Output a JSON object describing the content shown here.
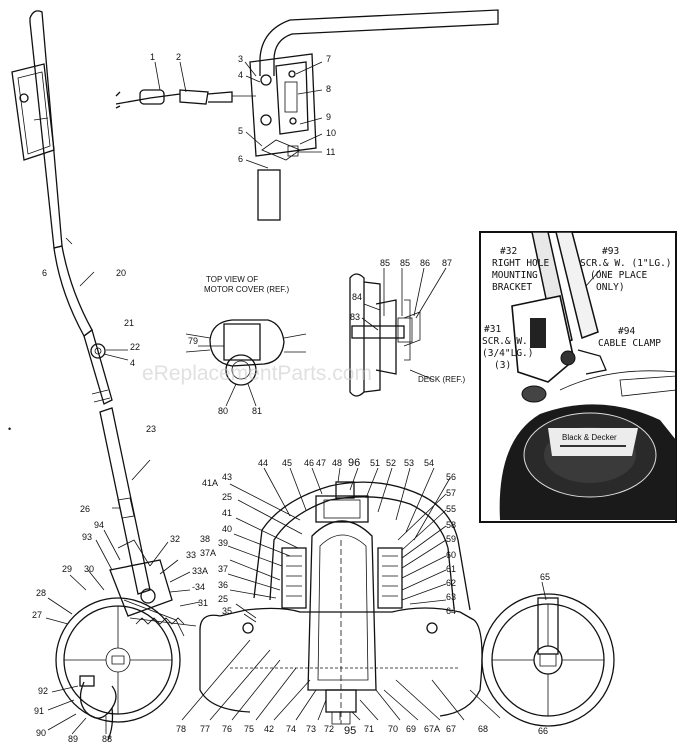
{
  "watermark": "eReplacementParts.com",
  "views": {
    "motor_cover_caption": [
      "TOP VIEW OF",
      "MOTOR COVER (REF.)"
    ],
    "deck_caption": "DECK (REF.)"
  },
  "inset": {
    "callouts": {
      "c32": [
        "#32",
        "RIGHT HOLE",
        "MOUNTING",
        "BRACKET"
      ],
      "c93": [
        "#93",
        "SCR.& W. (1\"LG.)",
        "(ONE PLACE",
        "ONLY)"
      ],
      "c31": [
        "#31",
        "SCR.& W.",
        "(3/4\"LG.)",
        "(3)"
      ],
      "c94": [
        "#94",
        "CABLE CLAMP"
      ]
    },
    "brand": "Black & Decker"
  },
  "part_labels": {
    "p1": "1",
    "p2": "2",
    "p3": "3",
    "p4": "4",
    "p5": "5",
    "p6": "6",
    "p7": "7",
    "p8": "8",
    "p9": "9",
    "p10": "10",
    "p11": "11",
    "p6b": "6",
    "p20": "20",
    "p21": "21",
    "p22": "22",
    "p4b": "4",
    "p23": "23",
    "p26": "26",
    "p94": "94",
    "p93": "93",
    "p32": "32",
    "p33": "33",
    "p33a": "33A",
    "p34": "-34",
    "p31": "31",
    "p29": "29",
    "p30": "30",
    "p28": "28",
    "p27": "27",
    "p92": "92",
    "p91": "91",
    "p90": "90",
    "p89": "89",
    "p88": "88",
    "p79": "79",
    "p80": "80",
    "p81": "81",
    "p85a": "85",
    "p85b": "85",
    "p86": "86",
    "p87": "87",
    "p84": "84",
    "p83": "83",
    "p44": "44",
    "p45": "45",
    "p46": "46",
    "p47": "47",
    "p48": "48",
    "p96": "96",
    "p51": "51",
    "p52": "52",
    "p53": "53",
    "p54": "54",
    "p43": "43",
    "p41a": "41A",
    "p25a": "25",
    "p41": "41",
    "p40": "40",
    "p38": "38",
    "p39": "39",
    "p37a": "37A",
    "p37": "37",
    "p36": "36",
    "p25b": "25",
    "p35": "35",
    "p56": "56",
    "p57": "57",
    "p55": "55",
    "p58": "58",
    "p59": "59",
    "p60": "60",
    "p61": "61",
    "p62": "62",
    "p63": "63",
    "p64": "64",
    "p65": "65",
    "p78": "78",
    "p77": "77",
    "p76": "76",
    "p75": "75",
    "p42": "42",
    "p74": "74",
    "p73": "73",
    "p72": "72",
    "p95": "95",
    "p71": "71",
    "p70": "70",
    "p69": "69",
    "p67a": "67A",
    "p67": "67",
    "p68": "68",
    "p66": "66"
  }
}
